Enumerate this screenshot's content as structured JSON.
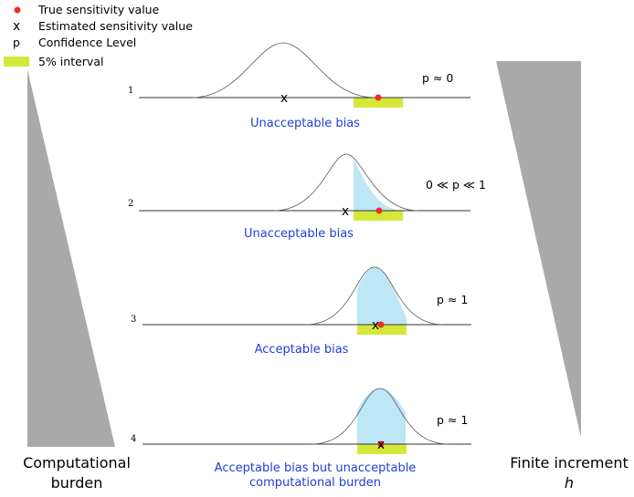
{
  "legend": {
    "true_value": "True sensitivity value",
    "estimated_value": "Estimated sensitivity value",
    "estimated_symbol": "x",
    "confidence_symbol": "p",
    "confidence_level": "Confidence Level",
    "interval": "5% interval"
  },
  "left_axis": {
    "line1": "Computational",
    "line2": "burden"
  },
  "right_axis": {
    "line1": "Finite increment",
    "line2": "h"
  },
  "panels": [
    {
      "number": "1",
      "bias_label": "Unacceptable bias",
      "p_label": "p ≈ 0"
    },
    {
      "number": "2",
      "bias_label": "Unacceptable bias",
      "p_label": "0 ≪ p ≪ 1"
    },
    {
      "number": "3",
      "bias_label": "Acceptable bias",
      "p_label": "p ≈ 1"
    },
    {
      "number": "4",
      "bias_label": "Acceptable bias but unacceptable",
      "bias_label_line2": "computational burden",
      "p_label": "p ≈ 1"
    }
  ],
  "colors": {
    "true_dot": "#ee2e22",
    "interval": "#d5e83a",
    "shade": "#bde6f7",
    "wedge": "#a9a9a9",
    "bias_text": "#1f3fd6"
  }
}
